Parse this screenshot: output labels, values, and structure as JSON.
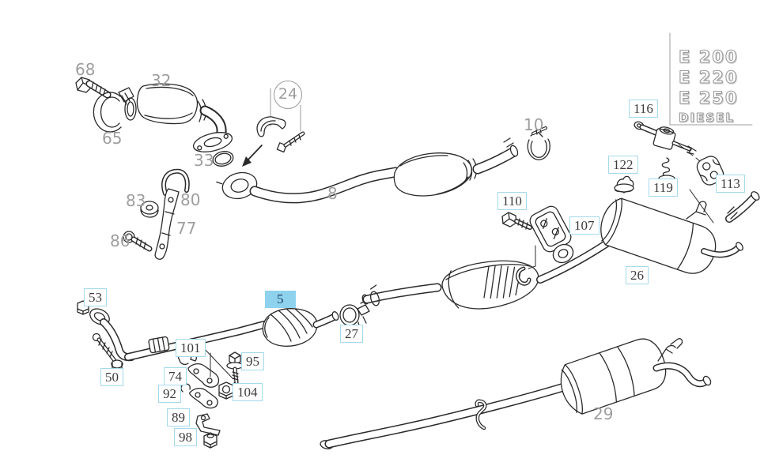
{
  "badges": {
    "models": [
      "E 200",
      "E 220",
      "E 250"
    ],
    "fuel_type": "DIESEL"
  },
  "colors": {
    "highlight-bg": "#8ed2ee",
    "highlight-text": "#1e3f60",
    "box-border": "#a5d9ec",
    "box-text": "#3c3c3c",
    "plain-label": "#9e9e9e",
    "badge-gray": "#9a9a9a",
    "line": "#2a2a2a"
  },
  "callouts": {
    "highlighted": {
      "5": "5"
    },
    "circled": {
      "24": "24"
    },
    "boxed": {
      "26": "26",
      "27": "27",
      "50": "50",
      "53": "53",
      "74": "74",
      "89": "89",
      "92": "92",
      "95": "95",
      "98": "98",
      "101": "101",
      "104": "104",
      "107": "107",
      "110": "110",
      "113": "113",
      "116": "116",
      "119": "119",
      "122": "122"
    },
    "plain": {
      "8": "8",
      "10": "10",
      "29": "29",
      "32": "32",
      "33": "33",
      "65": "65",
      "68": "68",
      "77": "77",
      "80": "80",
      "83": "83",
      "86": "86"
    }
  }
}
